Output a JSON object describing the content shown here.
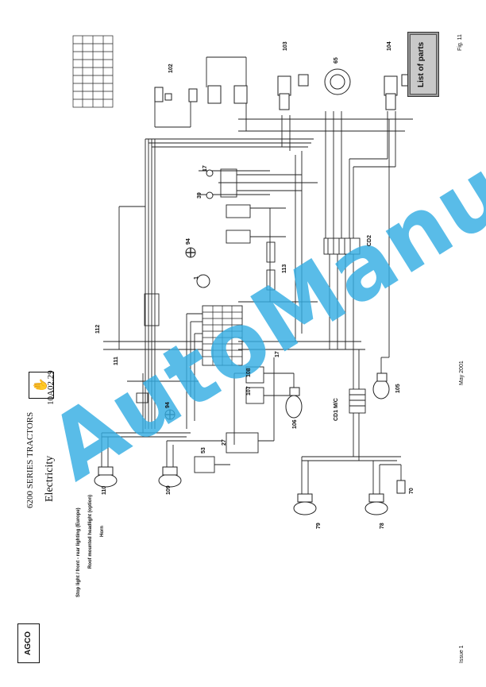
{
  "header": {
    "series": "6200  SERIES  TRACTORS",
    "section": "Electricity",
    "doc_code": "10A02.29",
    "brand_logo": "AGCO",
    "wrench_icon": "wrench-hand-icon"
  },
  "captions": {
    "line1": "Stop light / front - rear lighting (Europe)",
    "line2": "Roof mounted headlight (option)",
    "line3": "Horn"
  },
  "footer": {
    "issue": "Issue 1",
    "date": "May 2001"
  },
  "side": {
    "fig": "Fig. 11",
    "list_button": "List of parts"
  },
  "watermark": "AutoManual",
  "labels": {
    "c102": "102",
    "c103": "103",
    "c65": "65",
    "c104": "104",
    "c17a": "17",
    "c39": "39",
    "c94a": "94",
    "c1": "1",
    "c113": "113",
    "cd2": "CD2",
    "c112": "112",
    "c111": "111",
    "c108": "108",
    "c17b": "17",
    "c107": "107",
    "c106": "106",
    "c105": "105",
    "c94b": "94",
    "c53": "53",
    "c27": "27",
    "cd1": "CD1 M/C",
    "c110": "110",
    "c109": "109",
    "c79": "79",
    "c78": "78",
    "c70": "70"
  },
  "colors": {
    "watermark": "#35aee3",
    "ink": "#111111",
    "button": "#9a9a9a"
  }
}
